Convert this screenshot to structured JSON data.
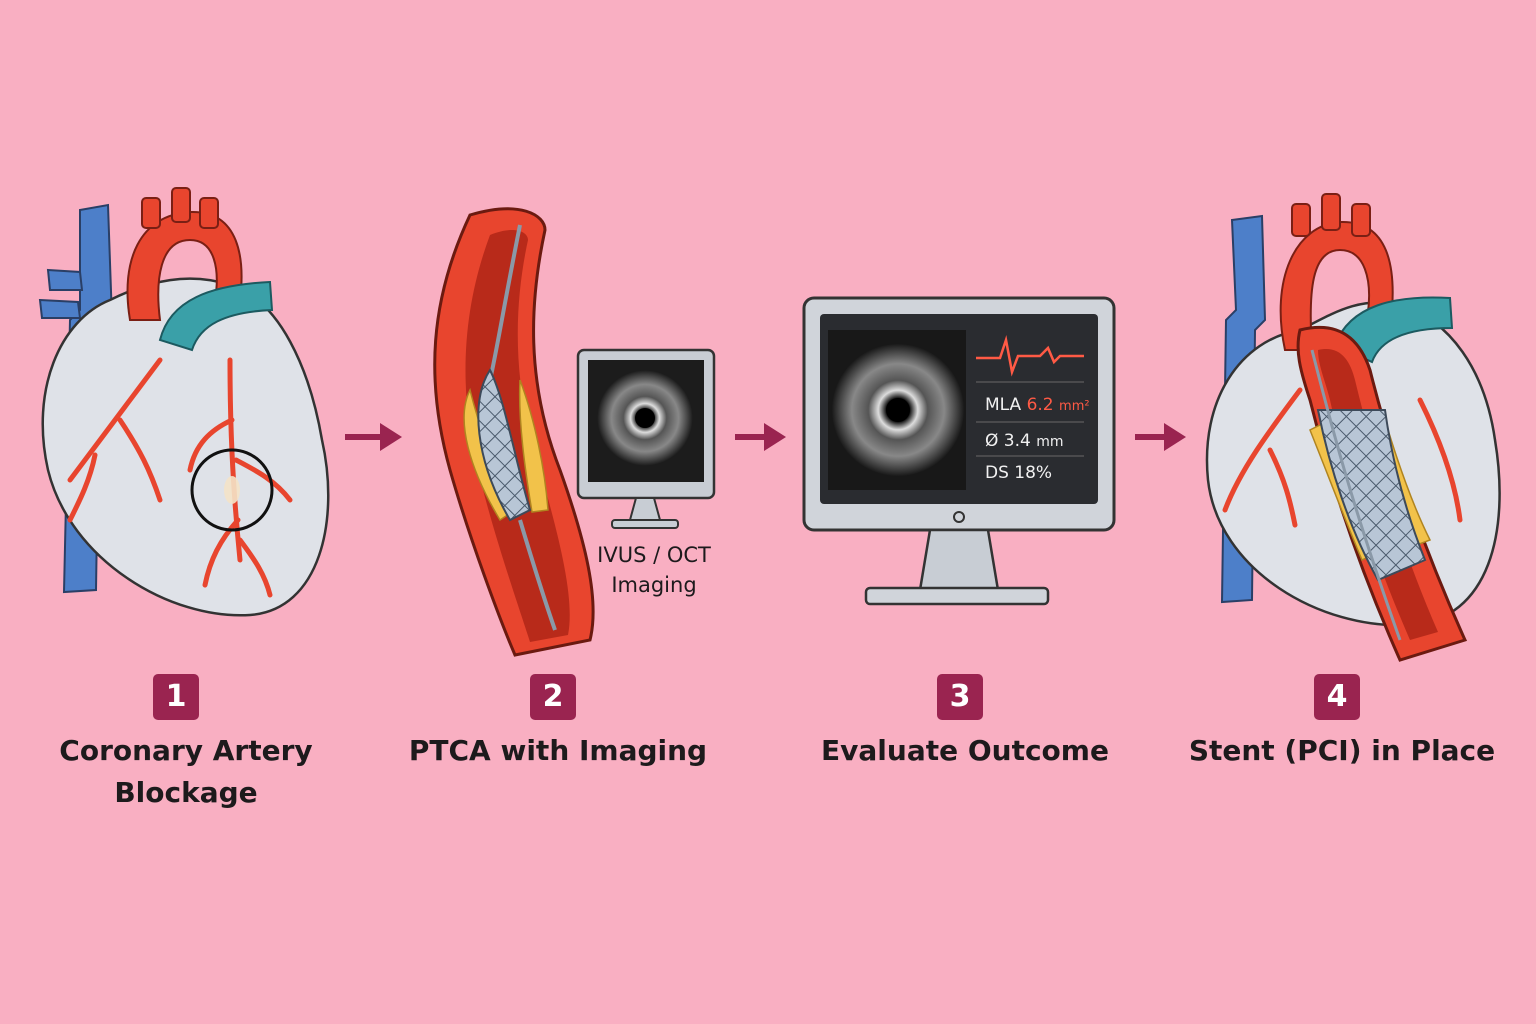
{
  "steps": [
    {
      "number": "1",
      "label_line1": "Coronary Artery",
      "label_line2": "Blockage"
    },
    {
      "number": "2",
      "label": "PTCA with Imaging"
    },
    {
      "number": "3",
      "label": "Evaluate Outcome"
    },
    {
      "number": "4",
      "label": "Stent (PCI) in Place"
    }
  ],
  "imaging_label": {
    "line1": "IVUS / OCT",
    "line2": "Imaging"
  },
  "monitor_readout": {
    "mla_label": "MLA",
    "mla_value": "6.2",
    "mla_unit": "mm²",
    "diameter_label": "Ø",
    "diameter_value": "3.4",
    "diameter_unit": "mm",
    "ds_label": "DS",
    "ds_value": "18%"
  },
  "colors": {
    "background": "#f9afc2",
    "badge": "#9a2450",
    "arrow": "#9a2450",
    "artery_red": "#e8452e",
    "vein_blue": "#4d7fc9",
    "teal": "#3aa0a8",
    "heart_grey": "#dfe2e8",
    "plaque": "#f2c24a",
    "readout_highlight": "#ff5a45"
  },
  "icons": [
    "heart-icon",
    "artery-balloon-icon",
    "ivus-monitor-icon",
    "evaluation-monitor-icon",
    "stented-heart-icon",
    "arrow-right-icon"
  ]
}
